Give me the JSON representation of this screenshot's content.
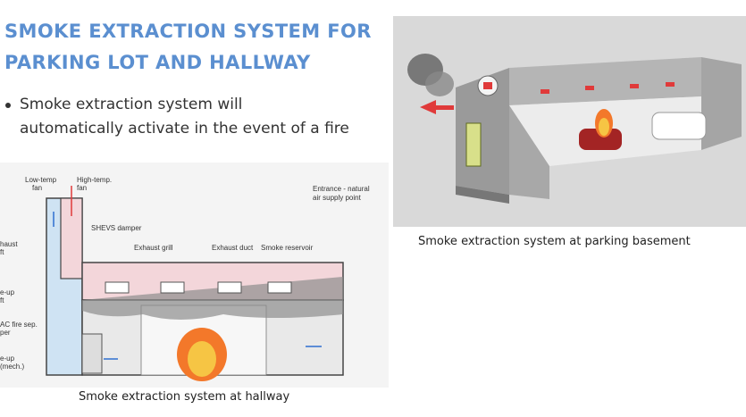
{
  "title": {
    "line1": "SMOKE EXTRACTION SYSTEM FOR",
    "line2": "PARKING LOT AND HALLWAY"
  },
  "bullet": {
    "line1": "Smoke extraction system will",
    "line2": "automatically activate in the event of a fire"
  },
  "hallway_figure": {
    "caption": "Smoke extraction system at hallway",
    "labels": {
      "low_temp_fan_1": "Low-temp",
      "low_temp_fan_2": "fan",
      "high_temp_fan_1": "High-temp.",
      "high_temp_fan_2": "fan",
      "shevs_damper": "SHEVS damper",
      "exhaust_grill": "Exhaust grill",
      "exhaust_duct": "Exhaust duct",
      "smoke_reservoir": "Smoke reservoir",
      "entrance_1": "Entrance - natural",
      "entrance_2": "air supply point",
      "exhaust_shaft_1": "haust",
      "exhaust_shaft_2": "ft",
      "makeup_shaft_1": "e-up",
      "makeup_shaft_2": "ft",
      "hvac_1": "AC fire sep.",
      "hvac_2": "per",
      "makeup_mech_1": "e-up",
      "makeup_mech_2": "(mech.)"
    }
  },
  "parking_figure": {
    "caption": "Smoke extraction system at parking basement"
  },
  "colors": {
    "title": "#5b8fd0",
    "arrow": "#e03a3a",
    "fire": "#f3782a"
  }
}
